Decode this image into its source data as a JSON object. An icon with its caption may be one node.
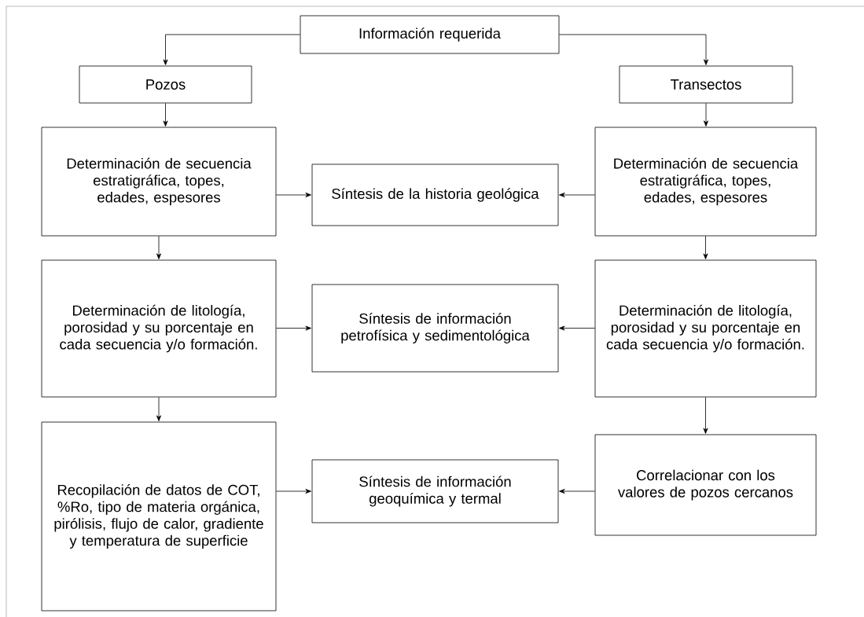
{
  "diagram": {
    "nodes": [
      {
        "text": [
          "Información requerida"
        ]
      },
      {
        "text": [
          "Pozos"
        ]
      },
      {
        "text": [
          "Transectos"
        ]
      },
      {
        "text": [
          "Determinación de secuencia estratigráfica, topes, edades, espesores"
        ]
      },
      {
        "text": [
          "Síntesis de la historia geológica"
        ]
      },
      {
        "text": [
          "Determinación de secuencia estratigráfica, topes, edades, espesores"
        ]
      },
      {
        "text": [
          "Determinación de litología, porosidad y su porcentaje en cada secuencia y/o formación."
        ]
      },
      {
        "text": [
          "Síntesis de información petrofísica y sedimentológica"
        ]
      },
      {
        "text": [
          "Determinación de litología, porosidad y su porcentaje en cada secuencia y/o formación."
        ]
      },
      {
        "text": [
          "Recopilación de datos de COT, %Ro, tipo de materia orgánica, pirólisis, flujo de calor, gradiente y temperatura de superficie"
        ]
      },
      {
        "text": [
          "Síntesis de información geoquímica y termal"
        ]
      },
      {
        "text": [
          "Correlacionar con los valores de pozos cercanos"
        ]
      }
    ],
    "edges": [
      {
        "from": 0,
        "to": 1,
        "arrow": "to"
      },
      {
        "from": 0,
        "to": 2,
        "arrow": "to"
      },
      {
        "from": 1,
        "to": 3,
        "arrow": "to"
      },
      {
        "from": 2,
        "to": 5,
        "arrow": "to"
      },
      {
        "from": 3,
        "to": 4,
        "arrow": "to"
      },
      {
        "from": 5,
        "to": 4,
        "arrow": "to"
      },
      {
        "from": 3,
        "to": 6,
        "arrow": "to"
      },
      {
        "from": 5,
        "to": 8,
        "arrow": "to"
      },
      {
        "from": 6,
        "to": 7,
        "arrow": "to"
      },
      {
        "from": 8,
        "to": 7,
        "arrow": "to"
      },
      {
        "from": 6,
        "to": 9,
        "arrow": "to"
      },
      {
        "from": 8,
        "to": 11,
        "arrow": "to"
      },
      {
        "from": 9,
        "to": 10,
        "arrow": "to"
      },
      {
        "from": 11,
        "to": 10,
        "arrow": "to"
      }
    ]
  }
}
